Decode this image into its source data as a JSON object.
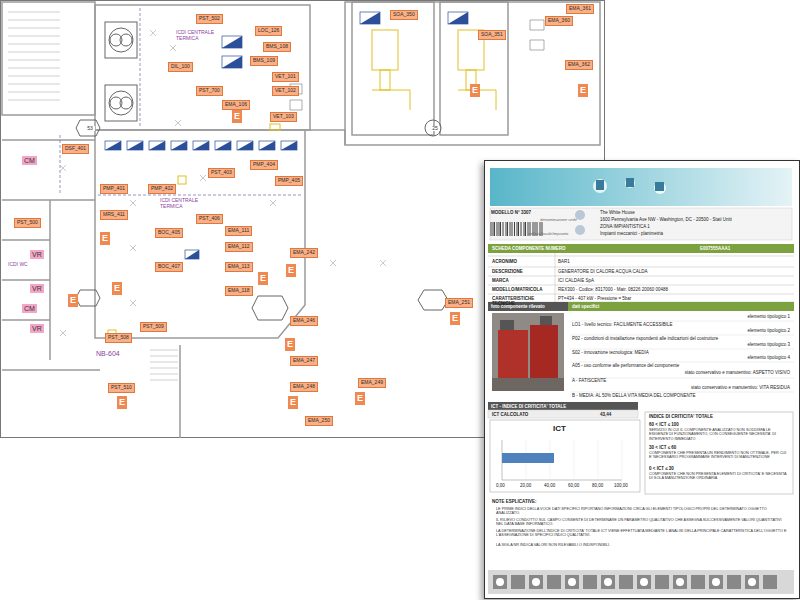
{
  "diagram": {
    "nodes": [
      {
        "text": [
          "PST_502"
        ]
      },
      {
        "text": [
          "LOC_126"
        ]
      },
      {
        "text": [
          "BMS_108"
        ]
      },
      {
        "text": [
          "BMS_109"
        ]
      },
      {
        "text": [
          "DIL_100"
        ]
      },
      {
        "text": [
          "PST_700"
        ]
      },
      {
        "text": [
          "EMA_106"
        ]
      },
      {
        "text": [
          "VET_101"
        ]
      },
      {
        "text": [
          "VET_102"
        ]
      },
      {
        "text": [
          "VET_103"
        ]
      },
      {
        "text": [
          "DSF_401"
        ]
      },
      {
        "text": [
          "PMP_401"
        ]
      },
      {
        "text": [
          "PMP_402"
        ]
      },
      {
        "text": [
          "PST_403"
        ]
      },
      {
        "text": [
          "PMP_404"
        ]
      },
      {
        "text": [
          "PMP_405"
        ]
      },
      {
        "text": [
          "MRS_411"
        ]
      },
      {
        "text": [
          "BOC_405"
        ]
      },
      {
        "text": [
          "PST_406"
        ]
      },
      {
        "text": [
          "EMA_111"
        ]
      },
      {
        "text": [
          "EMA_112"
        ]
      },
      {
        "text": [
          "EMA_113"
        ]
      },
      {
        "text": [
          "BOC_407"
        ]
      },
      {
        "text": [
          "EMA_118"
        ]
      },
      {
        "text": [
          "SOA_350"
        ]
      },
      {
        "text": [
          "SOA_351"
        ]
      },
      {
        "text": [
          "EMA_360"
        ]
      },
      {
        "text": [
          "EMA_361"
        ]
      },
      {
        "text": [
          "EMA_362"
        ]
      },
      {
        "text": [
          "PST_500"
        ]
      },
      {
        "text": [
          "PST_508"
        ]
      },
      {
        "text": [
          "PST_509"
        ]
      },
      {
        "text": [
          "EMA_242"
        ]
      },
      {
        "text": [
          "EMA_246"
        ]
      },
      {
        "text": [
          "EMA_247"
        ]
      },
      {
        "text": [
          "EMA_248"
        ]
      },
      {
        "text": [
          "EMA_249"
        ]
      },
      {
        "text": [
          "PST_510"
        ]
      },
      {
        "text": [
          "EMA_250"
        ]
      },
      {
        "text": [
          "EMA_251"
        ]
      },
      {
        "text": [
          "E"
        ]
      },
      {
        "text": [
          "E"
        ]
      },
      {
        "text": [
          "E"
        ]
      },
      {
        "text": [
          "E"
        ]
      },
      {
        "text": [
          "E"
        ]
      },
      {
        "text": [
          "E"
        ]
      },
      {
        "text": [
          "E"
        ]
      },
      {
        "text": [
          "E"
        ]
      },
      {
        "text": [
          "E"
        ]
      },
      {
        "text": [
          "E"
        ]
      },
      {
        "text": [
          "E"
        ]
      },
      {
        "text": [
          "E"
        ]
      },
      {
        "text": [
          "E"
        ]
      }
    ],
    "labels": [
      "CM",
      "VR",
      "VR",
      "CM",
      "VR",
      "ICDI CENTRALE TERMICA",
      "ICDI CENTRALE TERMICA",
      "NB-604",
      "25",
      "53",
      "ICDI WC",
      "MODELLO N° 3307",
      "The White House",
      "denominazione sede",
      "1600 Pennsylvania Ave NW - Washington, DC - 20500 - Stati Uniti",
      "ZONA IMPIANTISTICA 1",
      "edificio/locale/impianto",
      "Impianti meccanici - planimetria",
      "SCHEDA COMPONENTE NUMERO",
      "E007555AAA1",
      "ACRONIMO",
      "BAR1",
      "DESCRIZIONE",
      "GENERATORE DI CALORE ACQUA CALDA",
      "MARCA",
      "ICI CALDAIE SpA",
      "MODELLO/MATRICOLA",
      "REX300 - Codice: 8317000 - Matr. 08226 20060 00488",
      "CARATTERISTICHE TECNICHE",
      "PT=434 - 407 kW - Pressione = 5bar",
      "foto componente rilevato",
      "dati specifici",
      "elemento tipologico 1",
      "LO1 - livello tecnico: FACILMENTE ACCESSIBILE",
      "elemento tipologico 2",
      "P02 - condizioni di installazione rispondenti alle indicazioni del costruttore",
      "elemento tipologico 3",
      "S02 - innovazione tecnologica: MEDIA",
      "elemento tipologico 4",
      "A05 - uso conforme alle performance del componente",
      "stato conservativo e manutentivo: ASPETTO VISIVO",
      "A - FATISCENTE",
      "stato conservativo e manutentivo: VITA RESIDUA",
      "B - MEDIA: AL 50% DELLA VITA MEDIA DEL COMPONENTE",
      "ICT - INDICE DI CRITICITA' TOTALE",
      "ICT CALCOLATO",
      "43,44",
      "ICT",
      "0,00",
      "20,00",
      "40,00",
      "60,00",
      "80,00",
      "100,00",
      "INDICE DI CRITICITA' TOTALE",
      "60 < ICT ≤ 100",
      "SERVIZIO IN CUI IL COMPONENTE ANALIZZATO NON SODDISFA LE ESIGENZE DI FUNZIONAMENTO, CON CONSEGUENTE NECESSITA' DI INTERVENTO IMMEDIATO",
      "30 < ICT ≤ 60",
      "COMPONENTE CHE PRESENTA UN RENDIMENTO NON OTTIMALE, PER CUI E' NECESSARIO PROGRAMMARE INTERVENTI DI MANUTENZIONE",
      "0 < ICT ≤ 30",
      "COMPONENTE CHE NON PRESENTA ELEMENTI DI CRITICITA' E NECESSITA DI SOLA MANUTENZIONE ORDINARIA",
      "NOTE ESPLICATIVE:",
      "LE PRIME INDICI DELLA VOCE DATI SPECIFICI RIPORTANO INFORMAZIONI CIRCA GLI ELEMENTI TIPOLOGICI PROPRI DEL DETERMINATO OGGETTO ANALIZZATO.",
      "IL RILIEVO CONDOTTO SUL CAMPO CONSENTE DI DETERMINARE UN PARAMETRO QUALITATIVO CHE ASSEGNA SUCCESSIVAMENTE VALORI QUANTITATIVI NEL DATA BASE INFORMATICO.",
      "LA DETERMINAZIONE DELL'INDICE DI CRITICITA' TOTALE ICT VIENE EFFETTUATA MEDIANTE L'ANALISI DELLA PRINCIPALE CARATTERISTICA DELL'OGGETTO E L'ASSEGNAZIONE DI SPECIFICI INDICI QUALITATIVI.",
      "LA SIGLA NR INDICA VALORI NON RILEVABILI O INDISPONIBILI."
    ]
  }
}
